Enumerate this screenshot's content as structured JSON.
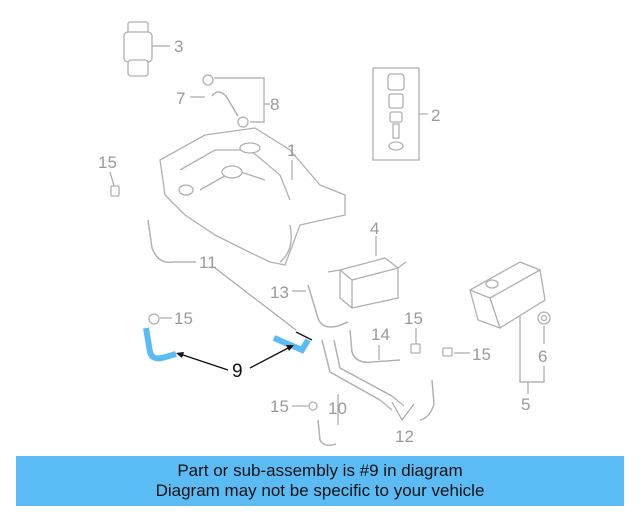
{
  "callouts": {
    "c1": "1",
    "c2": "2",
    "c3": "3",
    "c4": "4",
    "c5": "5",
    "c6": "6",
    "c7": "7",
    "c8": "8",
    "c9": "9",
    "c10": "10",
    "c11": "11",
    "c12": "12",
    "c13": "13",
    "c14": "14",
    "c15": "15"
  },
  "highlighted_part": "9",
  "colors": {
    "highlight": "#5bbcf5",
    "linework": "#a8a8a8",
    "banner": "#5bbcf5"
  },
  "banner": {
    "line1": "Part or sub-assembly is #9 in diagram",
    "line2": "Diagram may not be specific to your vehicle"
  }
}
